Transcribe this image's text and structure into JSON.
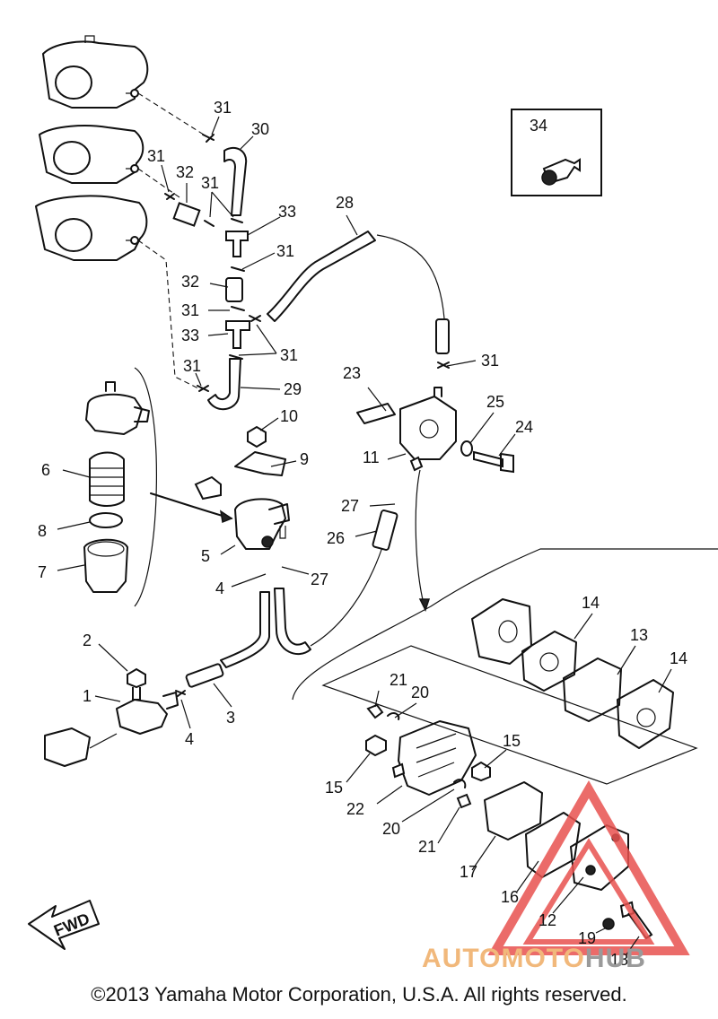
{
  "labels": {
    "p1": "1",
    "p2": "2",
    "p3": "3",
    "p4a": "4",
    "p4b": "4",
    "p5": "5",
    "p6": "6",
    "p7": "7",
    "p8": "8",
    "p9": "9",
    "p10": "10",
    "p11": "11",
    "p12": "12",
    "p13": "13",
    "p14a": "14",
    "p14b": "14",
    "p15a": "15",
    "p15b": "15",
    "p16": "16",
    "p17": "17",
    "p18": "18",
    "p19": "19",
    "p20a": "20",
    "p20b": "20",
    "p21a": "21",
    "p21b": "21",
    "p22": "22",
    "p23": "23",
    "p24": "24",
    "p25": "25",
    "p26": "26",
    "p27a": "27",
    "p27b": "27",
    "p28": "28",
    "p29": "29",
    "p30": "30",
    "p31a": "31",
    "p31b": "31",
    "p31c": "31",
    "p31d": "31",
    "p31e": "31",
    "p31f": "31",
    "p31g": "31",
    "p31h": "31",
    "p32a": "32",
    "p32b": "32",
    "p33a": "33",
    "p33b": "33",
    "p34": "34"
  },
  "fwd_label": "FWD",
  "watermark": {
    "auto": "AUTOMOTO",
    "hub": "HUB"
  },
  "copyright": "©2013 Yamaha Motor Corporation, U.S.A. All rights reserved.",
  "colors": {
    "watermark_triangle": "#e8524f",
    "watermark_auto": "#f1b87b",
    "watermark_hub": "#9a9a9a"
  }
}
